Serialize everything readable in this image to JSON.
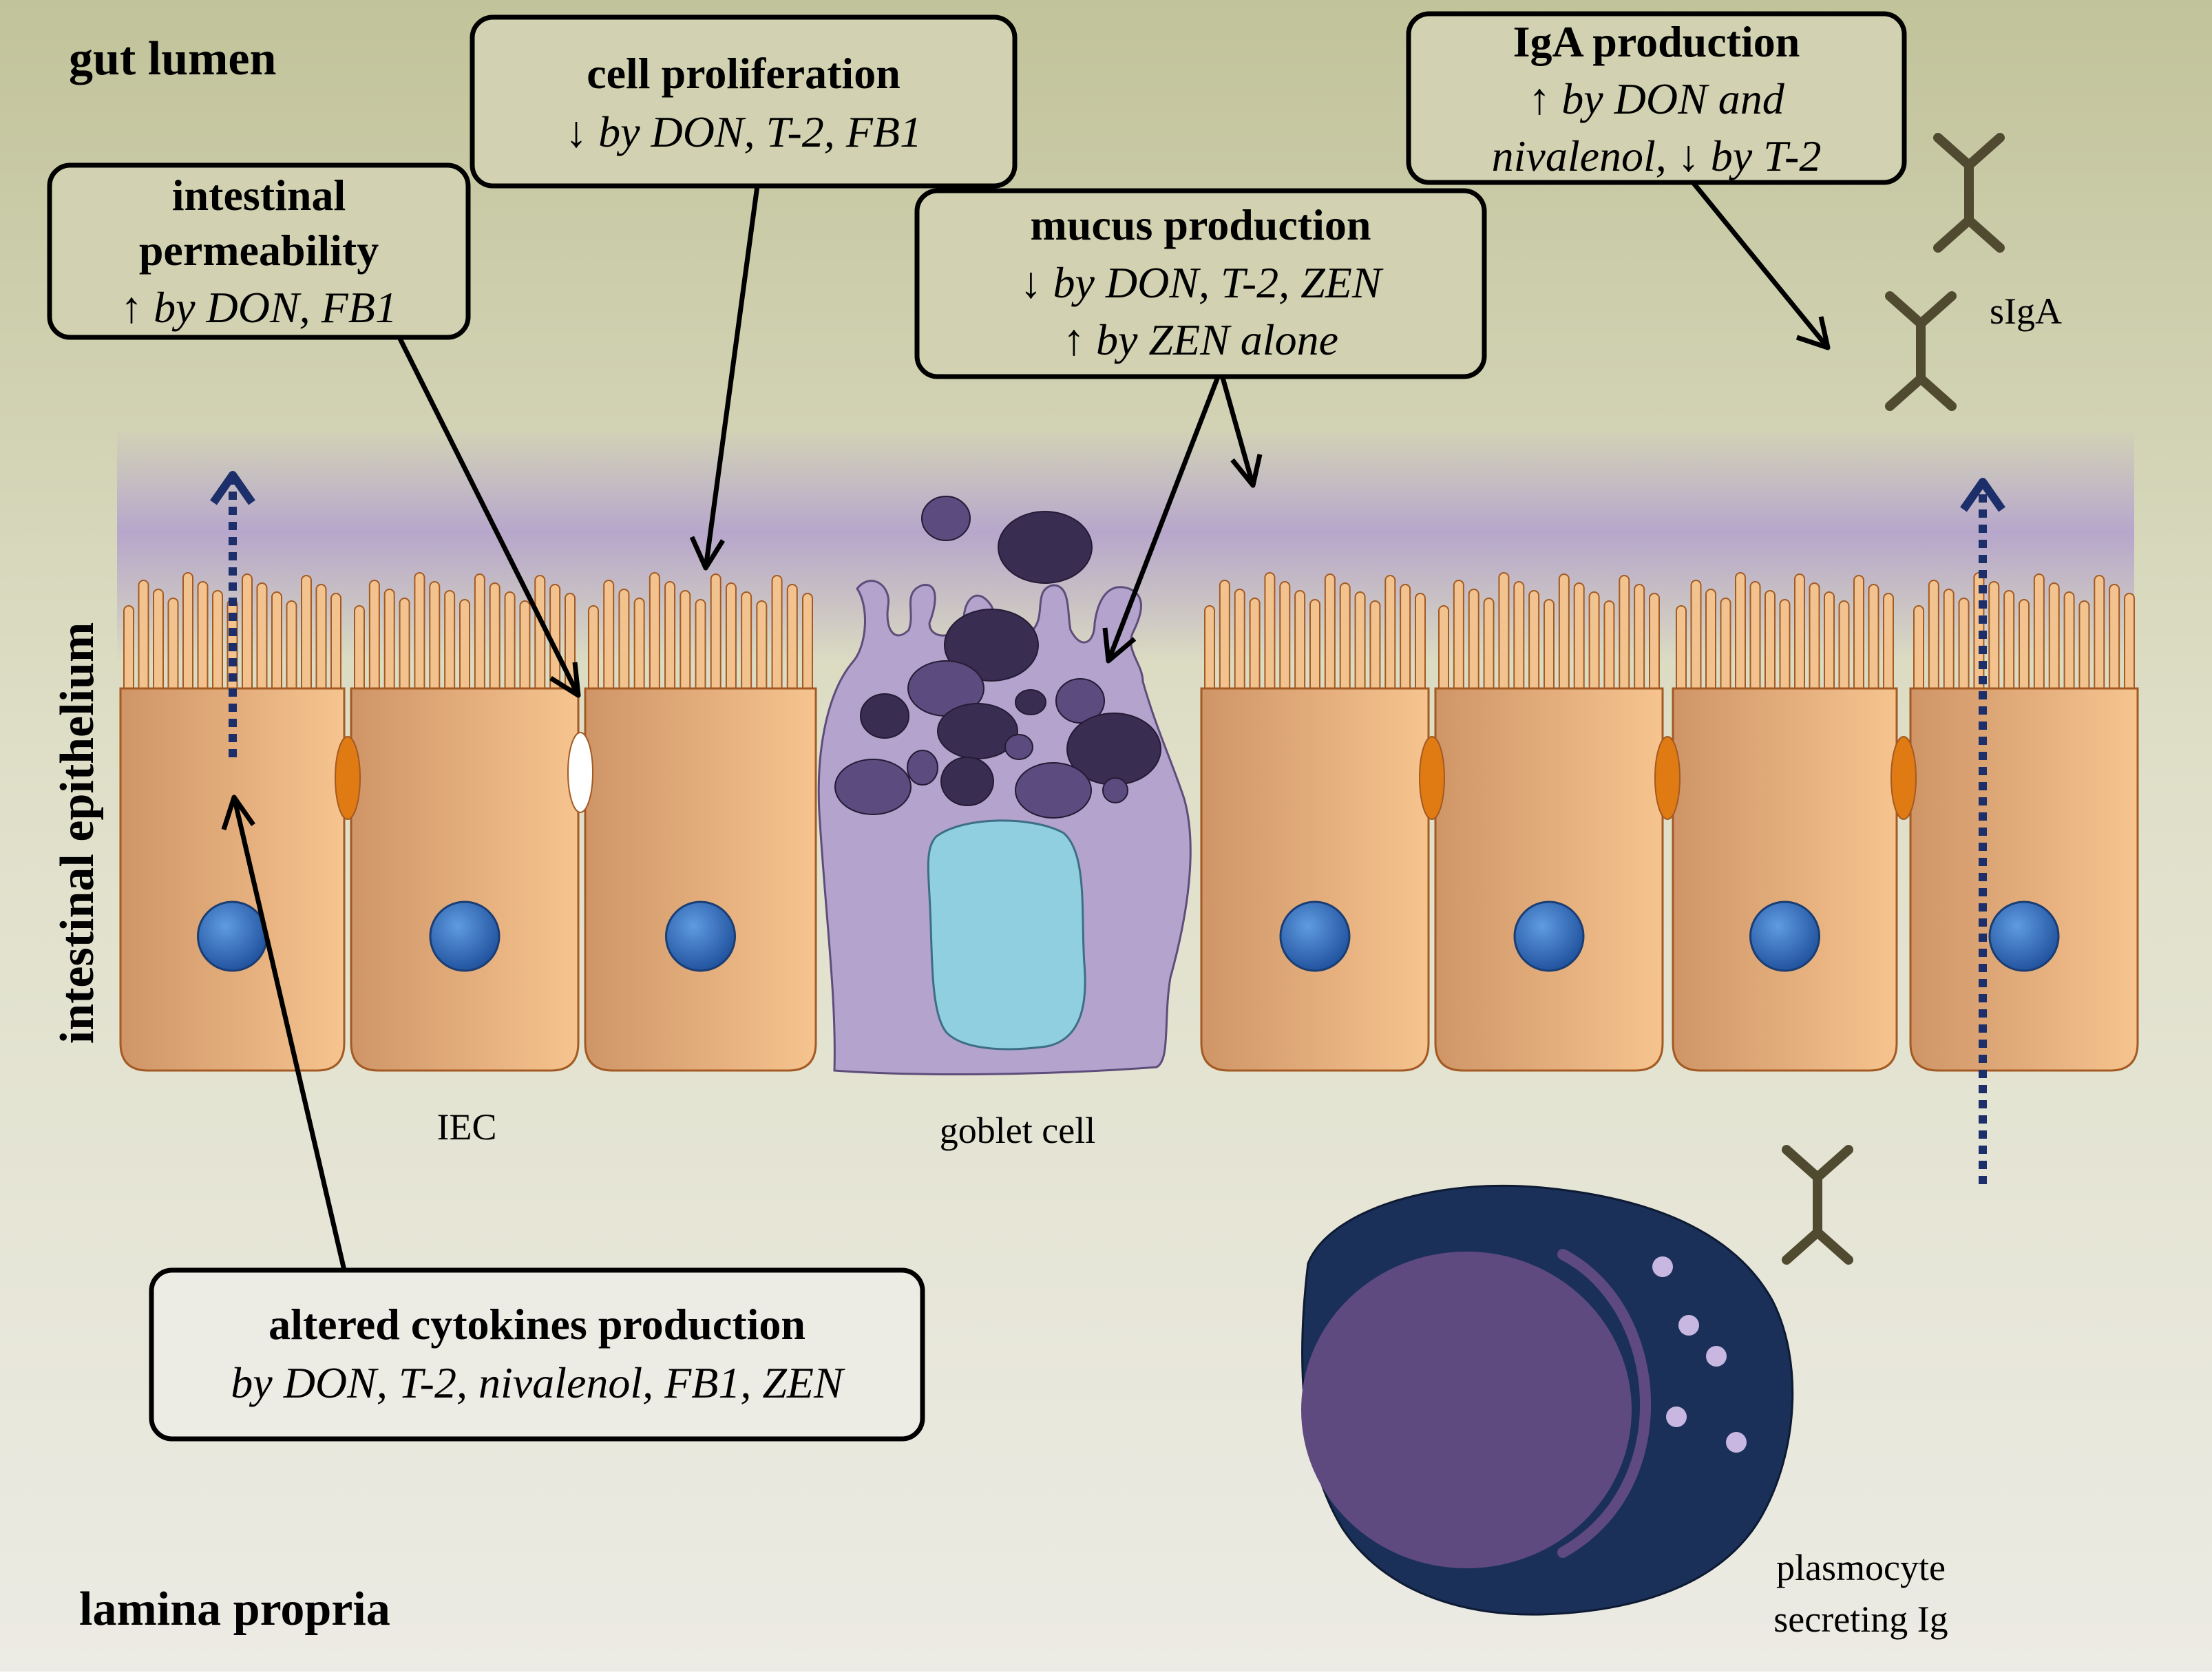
{
  "regions": {
    "gut_lumen": "gut lumen",
    "intestinal_epithelium": "intestinal epithelium",
    "lamina_propria": "lamina propria"
  },
  "boxes": {
    "permeability": {
      "title_1": "intestinal",
      "title_2": "permeability",
      "effect_1": "↑ by DON, FB1"
    },
    "proliferation": {
      "title_1": "cell proliferation",
      "effect_1": "↓ by DON, T-2, FB1"
    },
    "mucus": {
      "title_1": "mucus production",
      "effect_1": "↓ by DON, T-2, ZEN",
      "effect_2": "↑ by ZEN alone"
    },
    "iga": {
      "title_1": "IgA production",
      "effect_1": "↑ by DON and",
      "effect_2": "nivalenol, ↓ by T-2"
    },
    "cytokines": {
      "title_1": "altered cytokines production",
      "effect_1": "by DON, T-2, nivalenol, FB1, ZEN"
    }
  },
  "labels": {
    "iec": "IEC",
    "goblet": "goblet cell",
    "siga": "sIgA",
    "plasmocyte_1": "plasmocyte",
    "plasmocyte_2": "secreting Ig"
  },
  "colors": {
    "lumen_top": "#c2c49c",
    "lumen_bottom": "#ecebe4",
    "mucus_layer": "#b5a4cc",
    "iec_fill": "#e6b07c",
    "iec_outline": "#a35a23",
    "nucleus": "#2f6bbd",
    "tight_junction": "#e07a12",
    "goblet_fill": "#b3a3cd",
    "goblet_nucleus": "#8fcfdf",
    "mucus_granule": "#3a2d52",
    "plasma_cell": "#1a3058",
    "plasma_nucleus": "#5f4a80",
    "antibody": "#4f4a30",
    "transport_arrow": "#1d2f6a"
  }
}
